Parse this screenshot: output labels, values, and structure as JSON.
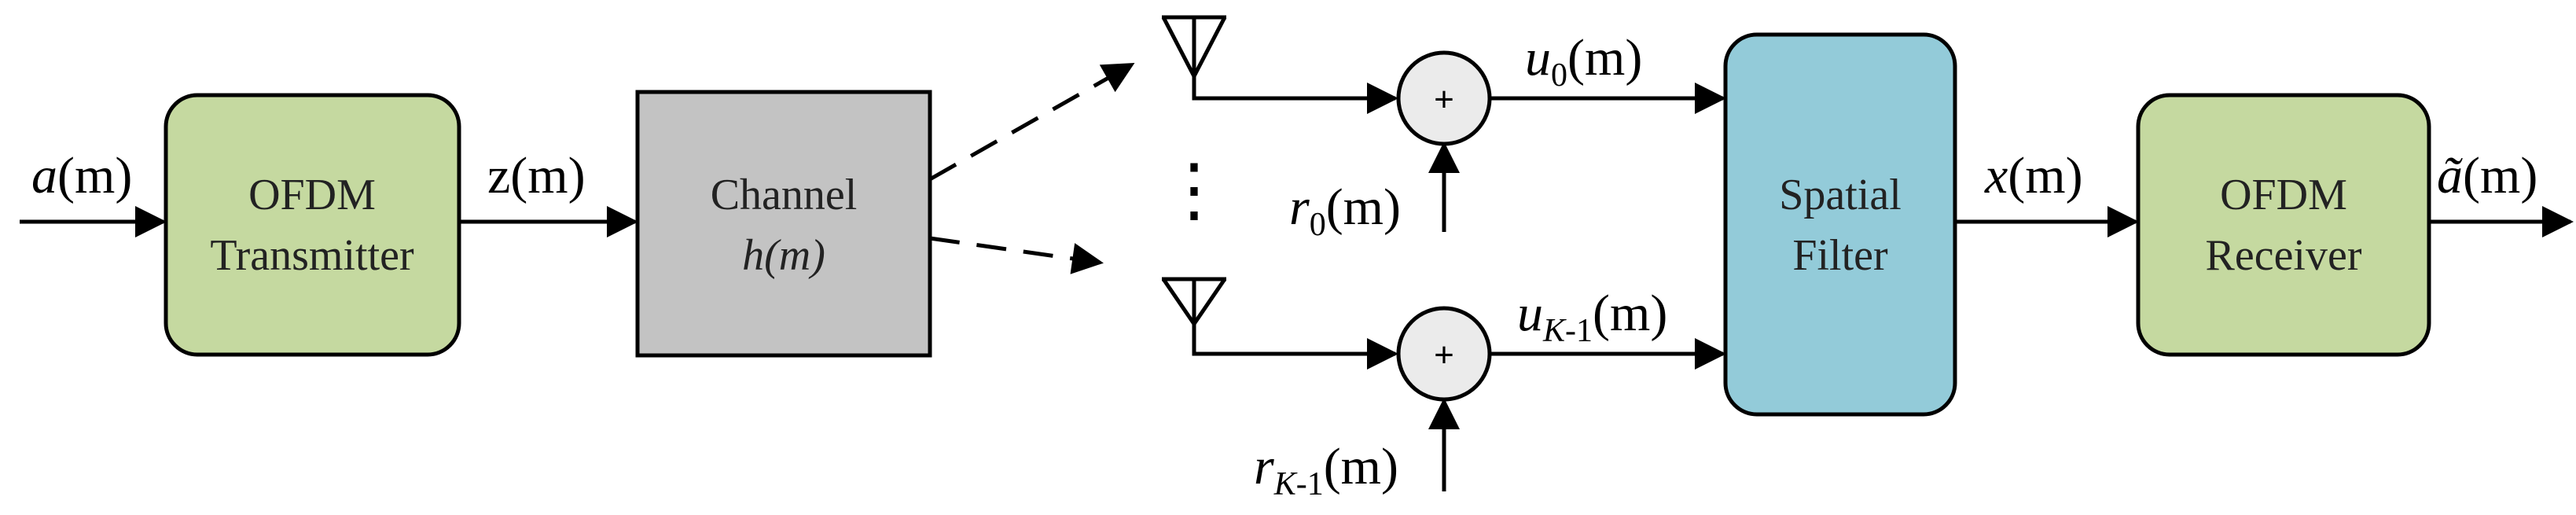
{
  "blocks": {
    "ofdm_tx": {
      "line1": "OFDM",
      "line2": "Transmitter",
      "fill": "#c5d9a0"
    },
    "channel": {
      "line1": "Channel",
      "line2": "h(m)",
      "fill": "#c3c3c3"
    },
    "spatial_filter": {
      "line1": "Spatial",
      "line2": "Filter",
      "fill": "#93cbd9"
    },
    "ofdm_rx": {
      "line1": "OFDM",
      "line2": "Receiver",
      "fill": "#c5d9a0"
    }
  },
  "signals": {
    "input": {
      "base": "a",
      "arg": "(m)"
    },
    "tx_out": {
      "base": "z",
      "arg": "(m)"
    },
    "u0": {
      "base": "u",
      "sub": "0",
      "arg": "(m)"
    },
    "uK": {
      "base": "u",
      "sub": "K",
      "sub2": "-1",
      "arg": "(m)"
    },
    "r0": {
      "base": "r",
      "sub": "0",
      "arg": "(m)"
    },
    "rK": {
      "base": "r",
      "sub": "K",
      "sub2": "-1",
      "arg": "(m)"
    },
    "x": {
      "base": "x",
      "arg": "(m)"
    },
    "output": {
      "base": "ã",
      "arg": "(m)"
    }
  },
  "adder_symbol": "+",
  "ellipsis": "⋮"
}
